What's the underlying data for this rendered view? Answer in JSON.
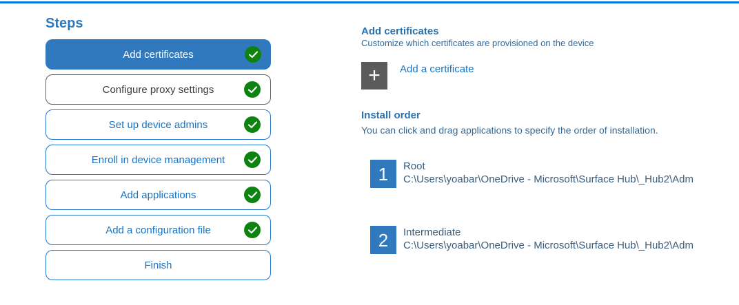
{
  "colors": {
    "topline": "#0078d7",
    "active_step_bg": "#3179be",
    "outline_blue": "#2577d0",
    "link_blue": "#1673c5",
    "gray_border": "#5f5f5f",
    "green_check": "#0e8310",
    "tile_gray": "#5b5b5b",
    "tile_blue": "#3179be"
  },
  "steps_panel": {
    "title": "Steps",
    "items": [
      {
        "label": "Add certificates",
        "state": "active",
        "completed": true
      },
      {
        "label": "Configure proxy settings",
        "state": "hover",
        "completed": true
      },
      {
        "label": "Set up device admins",
        "state": "normal",
        "completed": true
      },
      {
        "label": "Enroll in device management",
        "state": "normal",
        "completed": true
      },
      {
        "label": "Add applications",
        "state": "normal",
        "completed": true
      },
      {
        "label": "Add a configuration file",
        "state": "normal",
        "completed": true
      },
      {
        "label": "Finish",
        "state": "normal",
        "completed": false
      }
    ]
  },
  "content": {
    "heading": "Add certificates",
    "subheading": "Customize which certificates are provisioned on the device",
    "add_button": {
      "icon": "plus-icon",
      "label": "Add a certificate"
    },
    "install_order": {
      "heading": "Install order",
      "description": "You can click and drag applications to specify the order of installation.",
      "items": [
        {
          "number": "1",
          "name": "Root",
          "path": "C:\\Users\\yoabar\\OneDrive - Microsoft\\Surface Hub\\_Hub2\\Adm"
        },
        {
          "number": "2",
          "name": "Intermediate",
          "path": "C:\\Users\\yoabar\\OneDrive - Microsoft\\Surface Hub\\_Hub2\\Adm"
        }
      ]
    }
  }
}
